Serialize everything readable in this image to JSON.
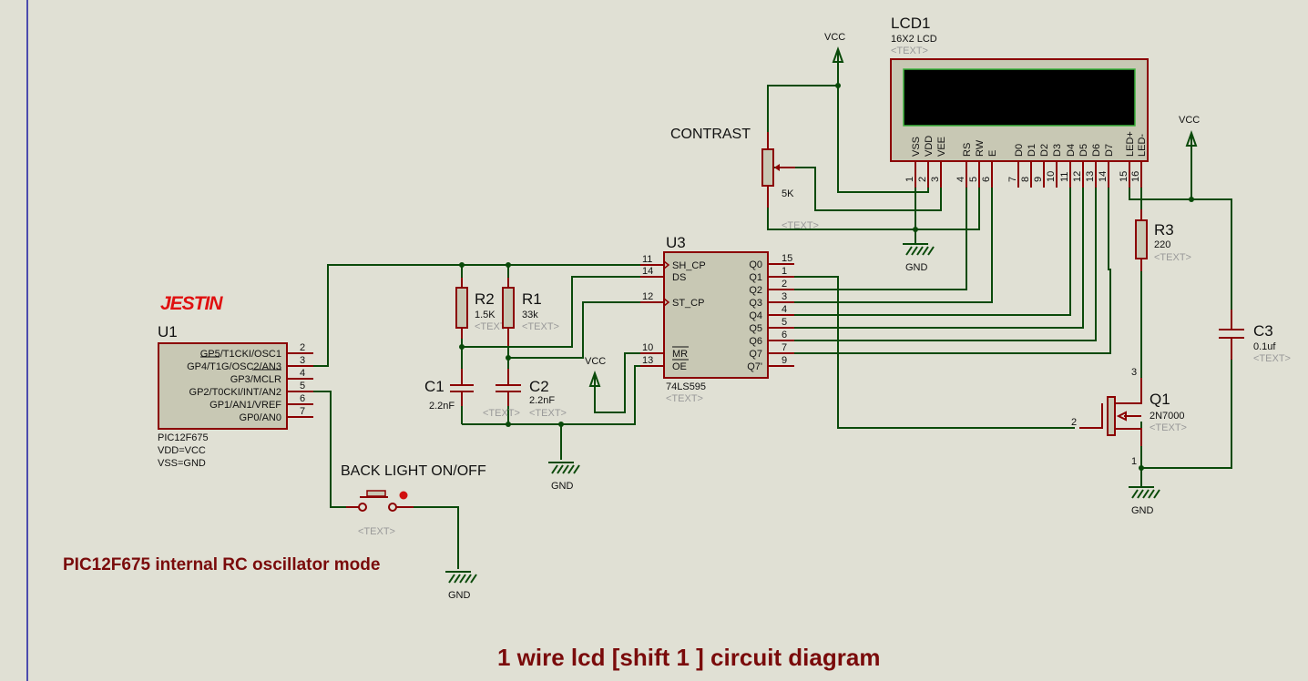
{
  "sheet": {
    "margin_line_color": "#1a1aa0",
    "wire_color": "#0a4a0a",
    "pin_color": "#8b0000",
    "body_fill": "#c8c8b4",
    "background": "#e0e0d4"
  },
  "logo": "JESTIN",
  "notes": {
    "osc_mode": "PIC12F675  internal RC oscillator mode",
    "title": "1 wire lcd  [shift 1 ]   circuit diagram"
  },
  "u1": {
    "ref": "U1",
    "part": "PIC12F675",
    "vdd": "VDD=VCC",
    "vss": "VSS=GND",
    "pins": [
      {
        "label": "GP5/T1CKI/OSC1",
        "num": "2"
      },
      {
        "label": "GP4/T1G/OSC2/AN3",
        "num": "3"
      },
      {
        "label": "GP3/MCLR",
        "num": "4"
      },
      {
        "label": "GP2/T0CKI/INT/AN2",
        "num": "5"
      },
      {
        "label": "GP1/AN1/VREF",
        "num": "6"
      },
      {
        "label": "GP0/AN0",
        "num": "7"
      }
    ]
  },
  "u3": {
    "ref": "U3",
    "part": "74LS595",
    "text": "<TEXT>",
    "left_pins": [
      {
        "label": "SH_CP",
        "num": "11"
      },
      {
        "label": "DS",
        "num": "14"
      },
      {
        "label": "ST_CP",
        "num": "12"
      },
      {
        "label": "MR",
        "num": "10"
      },
      {
        "label": "OE",
        "num": "13"
      }
    ],
    "right_pins": [
      {
        "label": "Q0",
        "num": "15"
      },
      {
        "label": "Q1",
        "num": "1"
      },
      {
        "label": "Q2",
        "num": "2"
      },
      {
        "label": "Q3",
        "num": "3"
      },
      {
        "label": "Q4",
        "num": "4"
      },
      {
        "label": "Q5",
        "num": "5"
      },
      {
        "label": "Q6",
        "num": "6"
      },
      {
        "label": "Q7",
        "num": "7"
      },
      {
        "label": "Q7'",
        "num": "9"
      }
    ]
  },
  "lcd1": {
    "ref": "LCD1",
    "part": "16X2 LCD",
    "text": "<TEXT>",
    "pins": [
      {
        "label": "VSS",
        "num": "1"
      },
      {
        "label": "VDD",
        "num": "2"
      },
      {
        "label": "VEE",
        "num": "3"
      },
      {
        "label": "RS",
        "num": "4"
      },
      {
        "label": "RW",
        "num": "5"
      },
      {
        "label": "E",
        "num": "6"
      },
      {
        "label": "D0",
        "num": "7"
      },
      {
        "label": "D1",
        "num": "8"
      },
      {
        "label": "D2",
        "num": "9"
      },
      {
        "label": "D3",
        "num": "10"
      },
      {
        "label": "D4",
        "num": "11"
      },
      {
        "label": "D5",
        "num": "12"
      },
      {
        "label": "D6",
        "num": "13"
      },
      {
        "label": "D7",
        "num": "14"
      },
      {
        "label": "LED+",
        "num": "15"
      },
      {
        "label": "LED-",
        "num": "16"
      }
    ]
  },
  "r1": {
    "ref": "R1",
    "value": "33k",
    "text": "<TEXT>"
  },
  "r2": {
    "ref": "R2",
    "value": "1.5K",
    "text": "<TEXT>"
  },
  "r3": {
    "ref": "R3",
    "value": "220",
    "text": "<TEXT>"
  },
  "c1": {
    "ref": "C1",
    "value": "2.2nF",
    "text": "<TEXT>"
  },
  "c2": {
    "ref": "C2",
    "value": "2.2nF",
    "text": "<TEXT>"
  },
  "c3": {
    "ref": "C3",
    "value": "0.1uf",
    "text": "<TEXT>"
  },
  "contrast": {
    "ref": "CONTRAST",
    "value": "5K",
    "text": "<TEXT>"
  },
  "q1": {
    "ref": "Q1",
    "part": "2N7000",
    "text": "<TEXT>",
    "pin_gate": "2",
    "pin_drain": "3",
    "pin_source": "1"
  },
  "switch": {
    "label": "BACK LIGHT ON/OFF",
    "text": "<TEXT>"
  },
  "power": {
    "vcc": "VCC",
    "gnd": "GND"
  }
}
